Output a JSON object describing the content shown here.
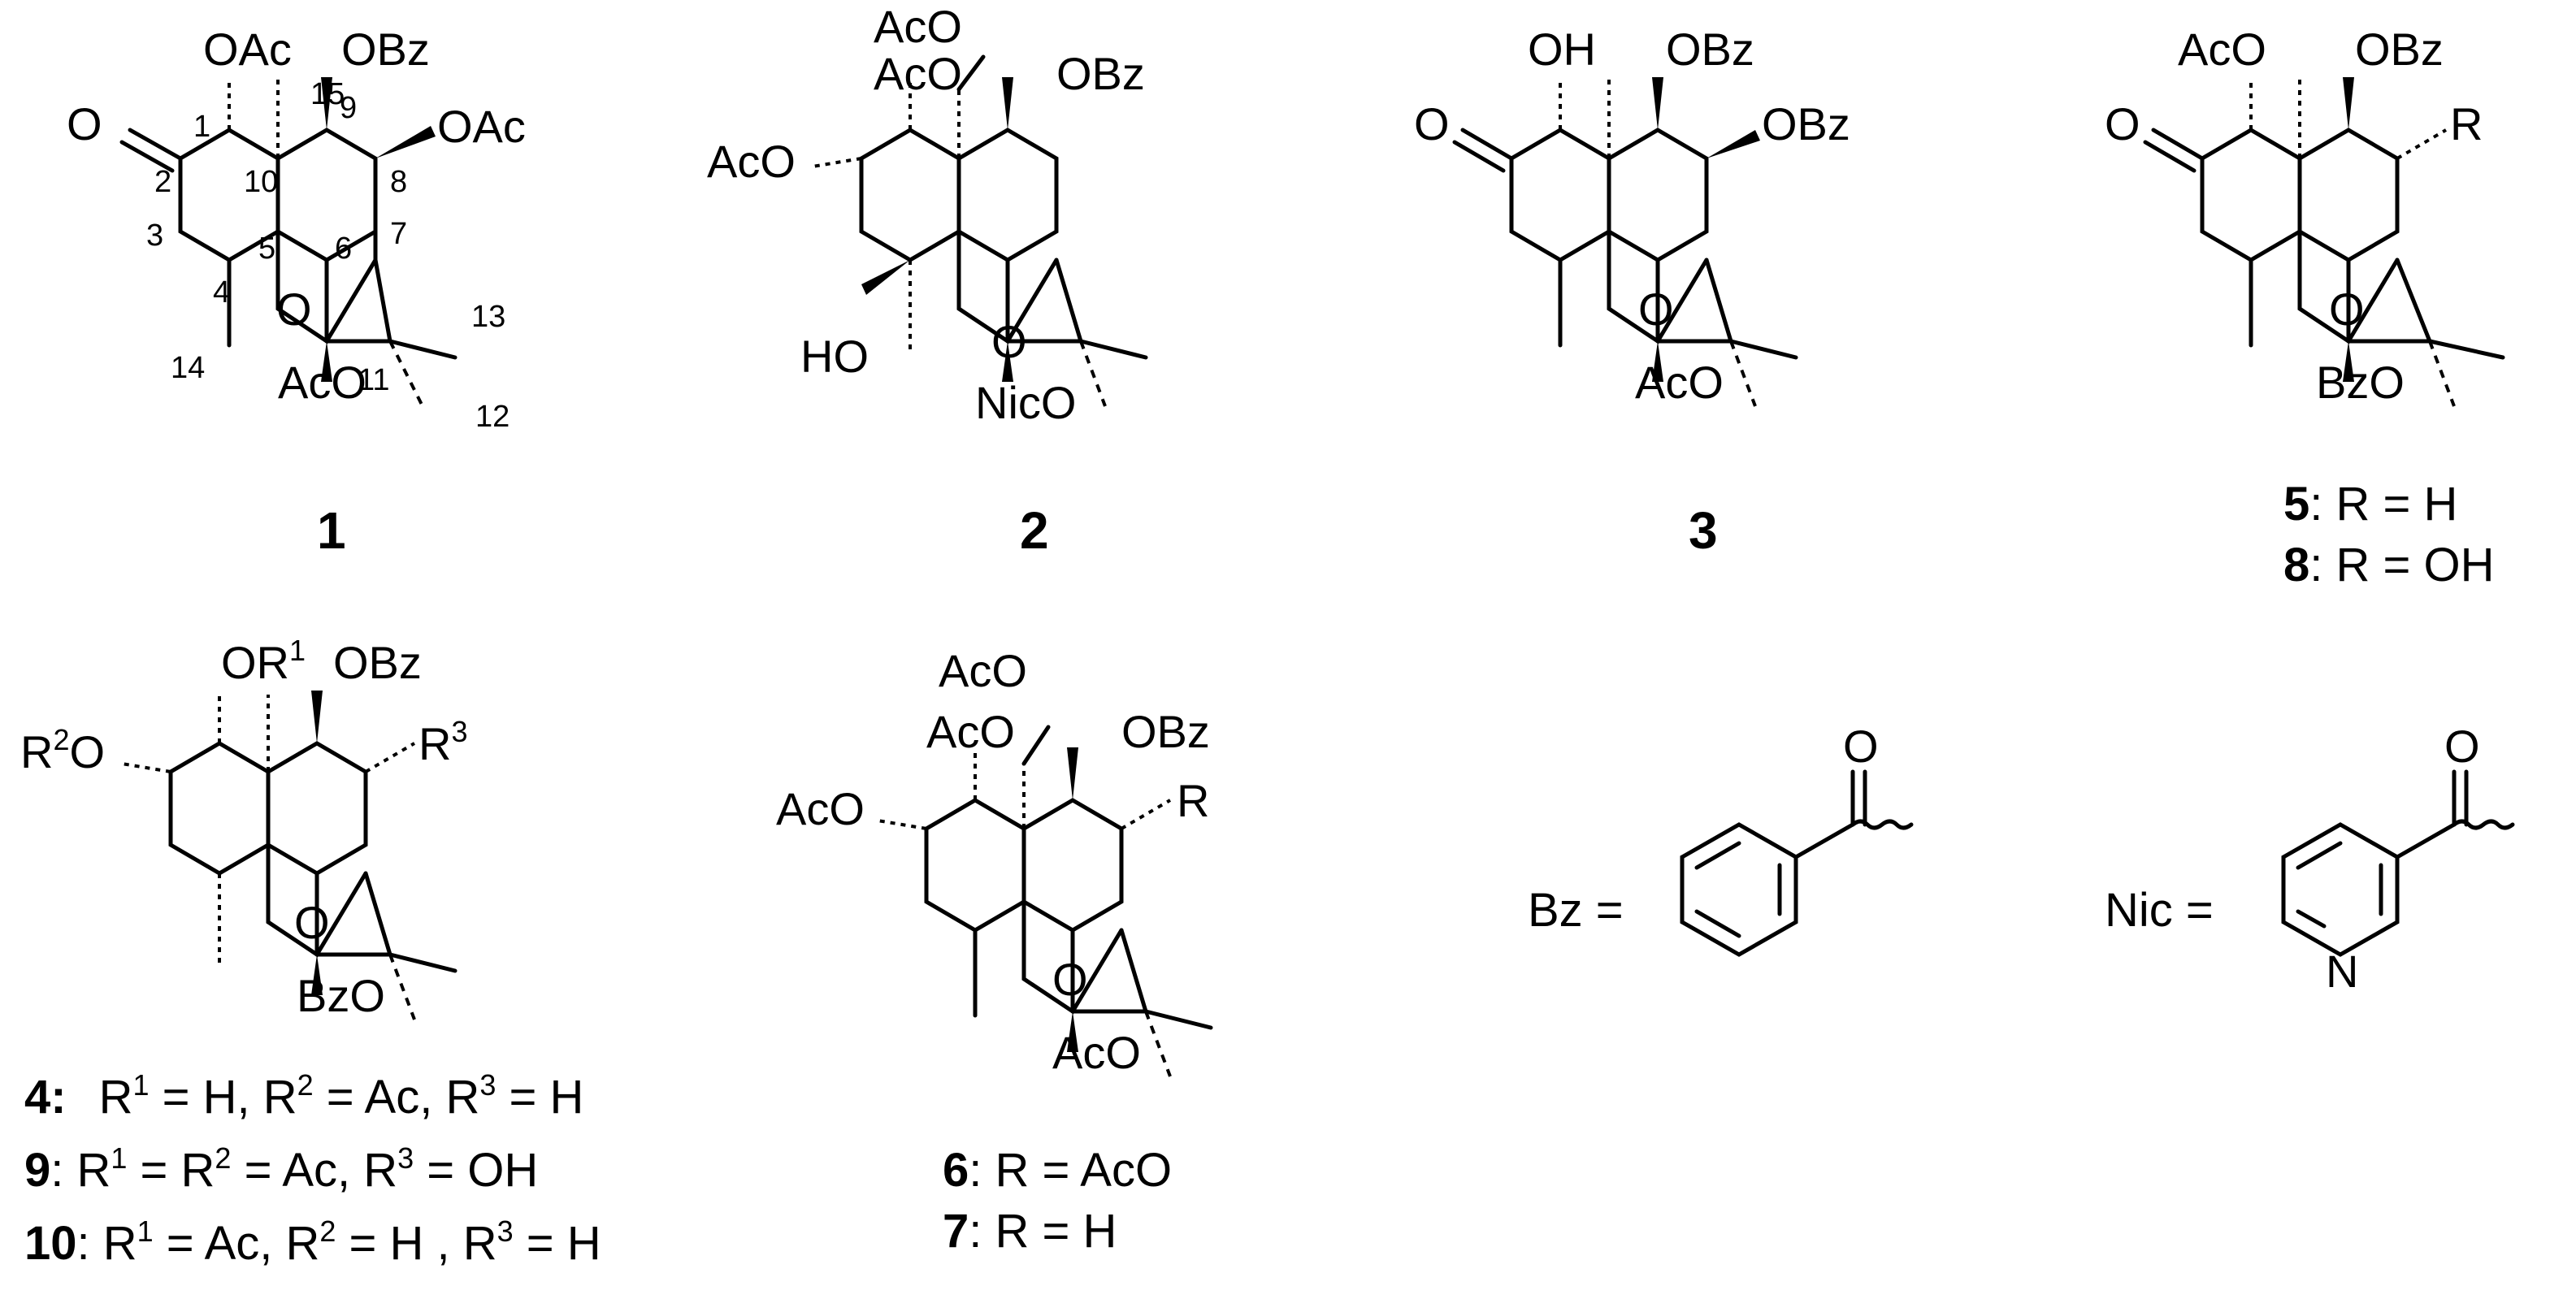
{
  "figure": {
    "compound_1": {
      "id": "1",
      "atoms": [
        "OAc",
        "OBz",
        "OAc",
        "O",
        "O",
        "AcO"
      ],
      "positions": [
        "1",
        "15",
        "9",
        "8",
        "2",
        "10",
        "5",
        "6",
        "7",
        "3",
        "4",
        "13",
        "11",
        "14",
        "12"
      ]
    },
    "compound_2": {
      "id": "2",
      "atoms": [
        "AcO",
        "AcO",
        "OBz",
        "AcO",
        "HO",
        "O",
        "NicO"
      ]
    },
    "compound_3": {
      "id": "3",
      "atoms": [
        "OH",
        "OBz",
        "OBz",
        "O",
        "O",
        "AcO"
      ]
    },
    "compound_5_8": {
      "atoms": [
        "AcO",
        "OBz",
        "R",
        "O",
        "O",
        "BzO"
      ],
      "legend": [
        {
          "id": "5",
          "text": ": R = H"
        },
        {
          "id": "8",
          "text": ": R = OH"
        }
      ]
    },
    "compound_4_9_10": {
      "atoms": {
        "or1": "OR",
        "or1_sup": "1",
        "obz": "OBz",
        "r2o_sup": "2",
        "r2o": "O",
        "r2o_prefix": "R",
        "r3": "R",
        "r3_sup": "3",
        "o": "O",
        "bzo": "BzO"
      },
      "legend": [
        {
          "id": "4:",
          "parts": [
            "R",
            "1",
            " = H, R",
            "2",
            " = Ac, R",
            "3",
            " = H"
          ]
        },
        {
          "id": "9",
          "parts": [
            ":  R",
            "1",
            " = R",
            "2",
            " = Ac, R",
            "3",
            " = OH"
          ]
        },
        {
          "id": "10",
          "parts": [
            ": R",
            "1",
            " = Ac, R",
            "2",
            " = H , R",
            "3",
            " = H"
          ]
        }
      ]
    },
    "compound_6_7": {
      "atoms": [
        "AcO",
        "AcO",
        "OBz",
        "AcO",
        "R",
        "O",
        "AcO"
      ],
      "legend": [
        {
          "id": "6",
          "text": ": R = AcO"
        },
        {
          "id": "7",
          "text": ": R = H"
        }
      ]
    },
    "bz_definition": {
      "label": "Bz =",
      "atoms": [
        "O"
      ]
    },
    "nic_definition": {
      "label": "Nic =",
      "atoms": [
        "O",
        "N"
      ]
    }
  }
}
